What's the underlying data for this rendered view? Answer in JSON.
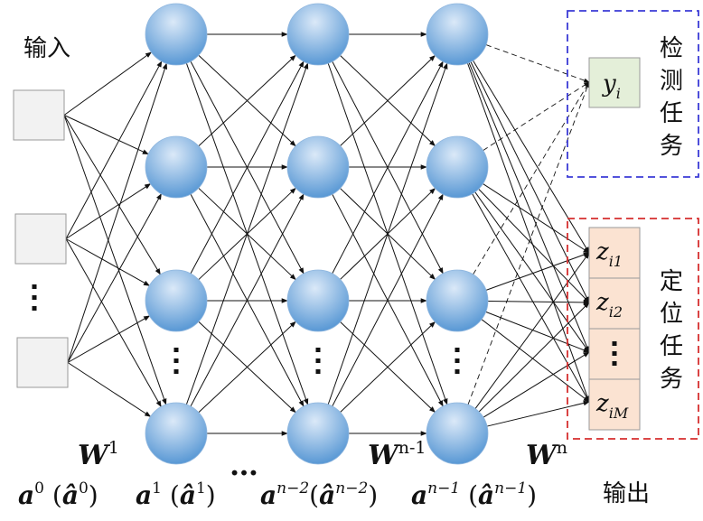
{
  "input_label": "输入",
  "output_label": "输出",
  "detection_task": [
    "检",
    "测",
    "任",
    "务"
  ],
  "localization_task": [
    "定",
    "位",
    "任",
    "务"
  ],
  "detect_output": {
    "base": "y",
    "sub": "i"
  },
  "loc_outputs": [
    {
      "base": "z",
      "sub": "i1"
    },
    {
      "base": "z",
      "sub": "i2"
    },
    {
      "base": "",
      "sub": ""
    },
    {
      "base": "z",
      "sub": "iM"
    }
  ],
  "weights": [
    {
      "base": "W",
      "sup": "1"
    },
    {
      "base": "W",
      "sup": "n-1"
    },
    {
      "base": "W",
      "sup": "n"
    }
  ],
  "layer_labels": [
    {
      "a_sup": "0",
      "ahat_sup": "0"
    },
    {
      "a_sup": "1",
      "ahat_sup": "1"
    },
    {
      "a_sup": "n−2",
      "ahat_sup": "n−2"
    },
    {
      "a_sup": "n−1",
      "ahat_sup": "n−1"
    }
  ],
  "ellipsis": "…",
  "colors": {
    "node_top": "#dbe9f8",
    "node_bottom": "#4f92d2",
    "input_fill": "#f2f2f2",
    "detect_fill": "#e4efd9",
    "loc_fill": "#fbe3d2",
    "detect_box": "#3b3bd6",
    "loc_box": "#d62f2f"
  }
}
